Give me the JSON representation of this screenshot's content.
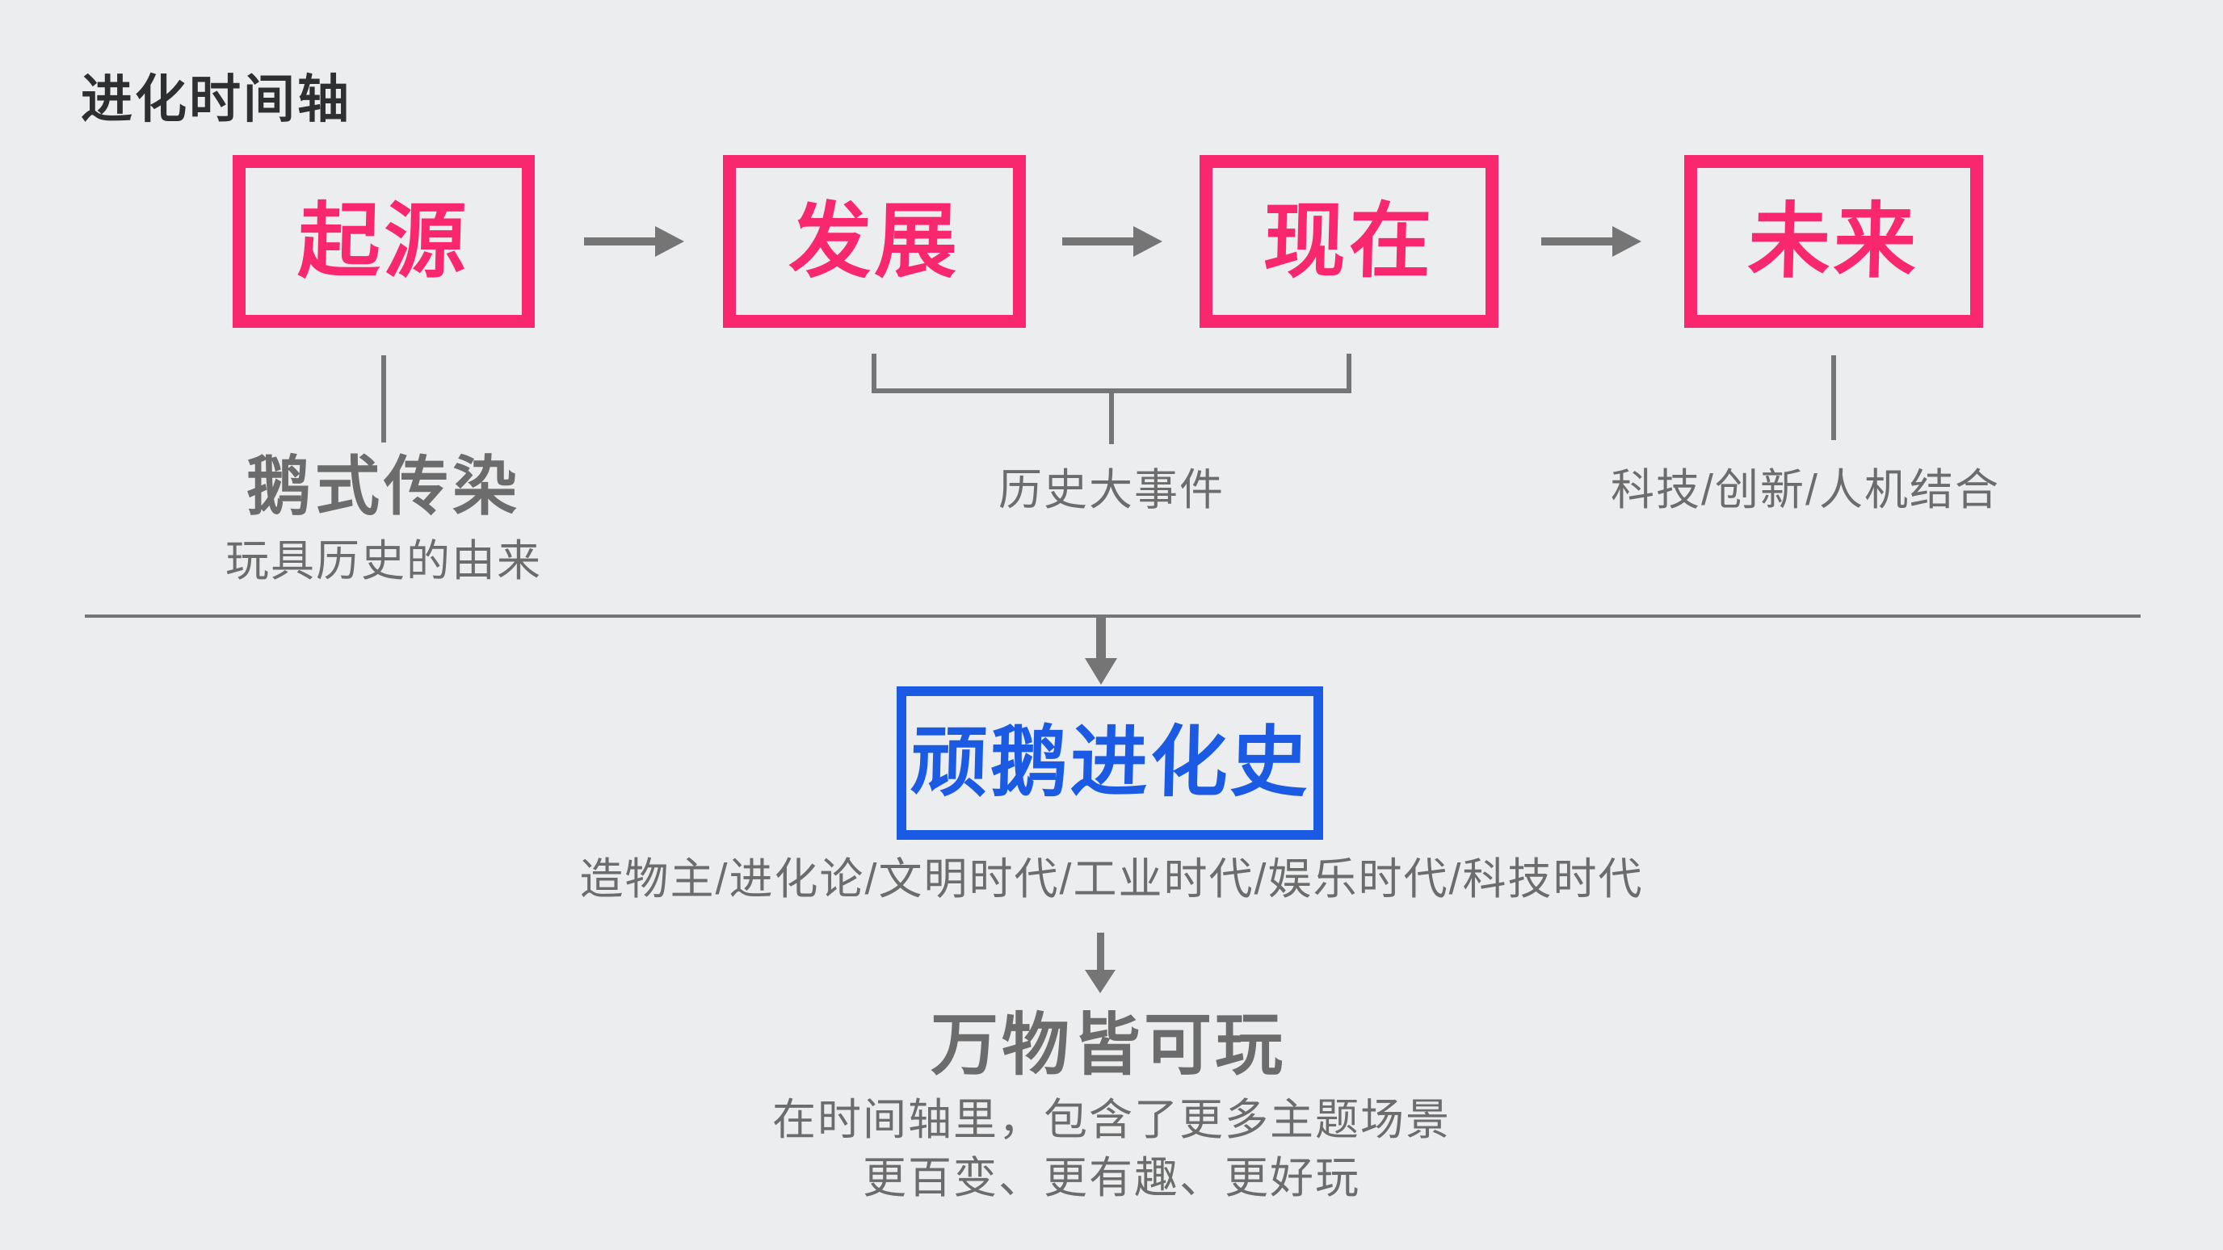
{
  "page": {
    "title": "进化时间轴"
  },
  "timeline": {
    "stages": [
      {
        "label": "起源"
      },
      {
        "label": "发展"
      },
      {
        "label": "现在"
      },
      {
        "label": "未来"
      }
    ]
  },
  "annotations": {
    "origin": {
      "heading": "鹅式传染",
      "subheading": "玩具历史的由来"
    },
    "middle": {
      "label": "历史大事件"
    },
    "future": {
      "label": "科技/创新/人机结合"
    }
  },
  "evolution": {
    "box_label": "顽鹅进化史",
    "eras": "造物主/进化论/文明时代/工业时代/娱乐时代/科技时代"
  },
  "conclusion": {
    "heading": "万物皆可玩",
    "line1": "在时间轴里，包含了更多主题场景",
    "line2": "更百变、更有趣、更好玩"
  },
  "colors": {
    "accent_pink": "#F9286E",
    "accent_blue": "#1B5BE4",
    "line_gray": "#757575",
    "text_gray": "#6C6C6C",
    "title_color": "#2E2F31",
    "background": "#ECEDEF"
  }
}
